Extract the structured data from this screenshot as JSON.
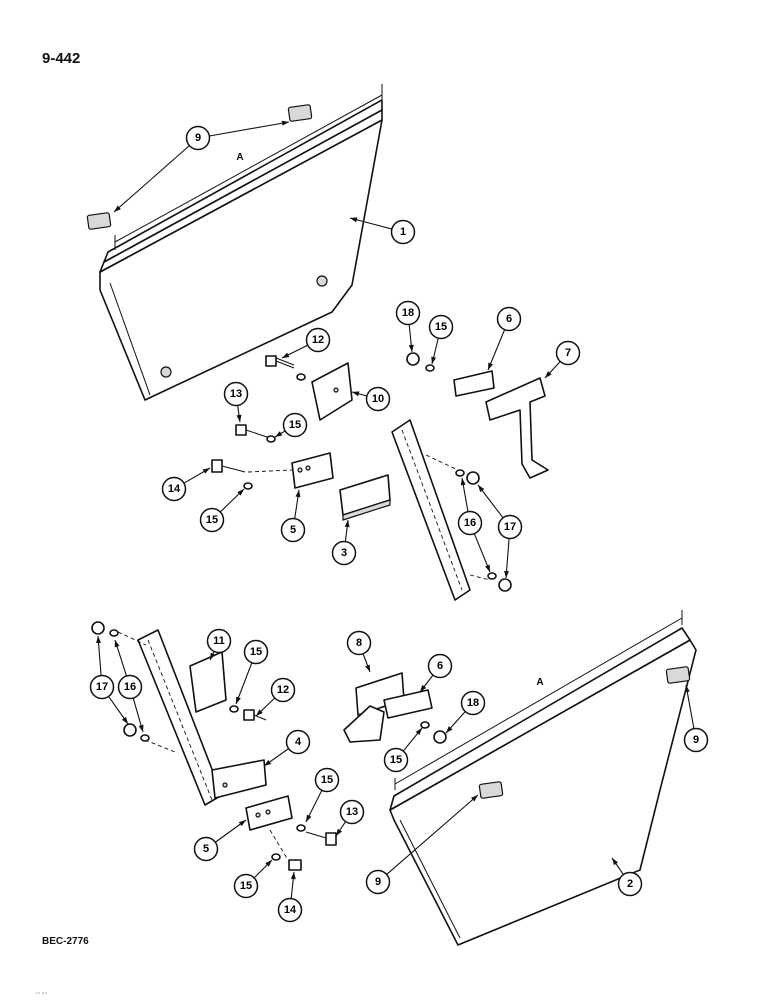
{
  "page_number": "9-442",
  "reference_code": "BEC-2776",
  "stray_mark": "ʻʻʻ ʻʻʻʻ",
  "dimension_label": "A",
  "callouts": [
    {
      "id": "c9a",
      "label": "9"
    },
    {
      "id": "c1",
      "label": "1"
    },
    {
      "id": "c12a",
      "label": "12"
    },
    {
      "id": "c13a",
      "label": "13"
    },
    {
      "id": "c15a",
      "label": "15"
    },
    {
      "id": "c10",
      "label": "10"
    },
    {
      "id": "c14a",
      "label": "14"
    },
    {
      "id": "c15b",
      "label": "15"
    },
    {
      "id": "c5a",
      "label": "5"
    },
    {
      "id": "c3",
      "label": "3"
    },
    {
      "id": "c18a",
      "label": "18"
    },
    {
      "id": "c15c",
      "label": "15"
    },
    {
      "id": "c6a",
      "label": "6"
    },
    {
      "id": "c7",
      "label": "7"
    },
    {
      "id": "c16a",
      "label": "16"
    },
    {
      "id": "c17a",
      "label": "17"
    },
    {
      "id": "c11",
      "label": "11"
    },
    {
      "id": "c15d",
      "label": "15"
    },
    {
      "id": "c12b",
      "label": "12"
    },
    {
      "id": "c17b",
      "label": "17"
    },
    {
      "id": "c16b",
      "label": "16"
    },
    {
      "id": "c4",
      "label": "4"
    },
    {
      "id": "c8",
      "label": "8"
    },
    {
      "id": "c6b",
      "label": "6"
    },
    {
      "id": "c18b",
      "label": "18"
    },
    {
      "id": "c15e",
      "label": "15"
    },
    {
      "id": "c9b",
      "label": "9"
    },
    {
      "id": "c15f",
      "label": "15"
    },
    {
      "id": "c13b",
      "label": "13"
    },
    {
      "id": "c5b",
      "label": "5"
    },
    {
      "id": "c15g",
      "label": "15"
    },
    {
      "id": "c14b",
      "label": "14"
    },
    {
      "id": "c9c",
      "label": "9"
    },
    {
      "id": "c2",
      "label": "2"
    }
  ]
}
